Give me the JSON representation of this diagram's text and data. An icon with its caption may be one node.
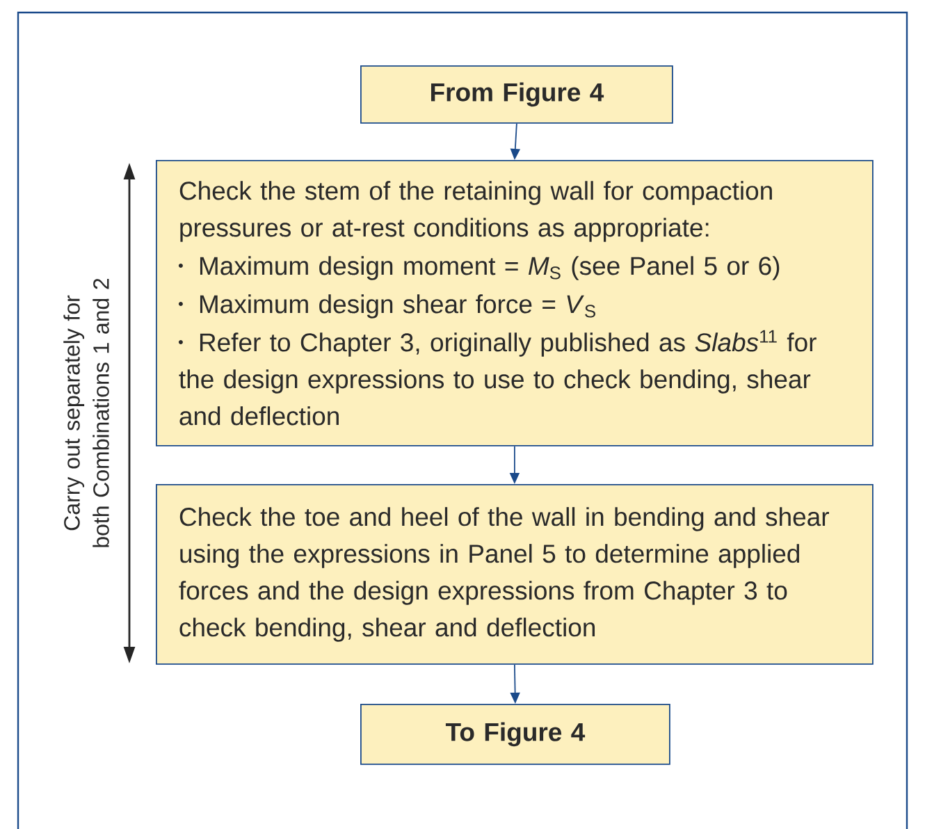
{
  "diagram": {
    "nodes": [
      {
        "text": [
          "From Figure 4"
        ]
      },
      {
        "text": [
          "Check the stem of the retaining wall for compaction pressures or at-rest conditions as appropriate:",
          "Maximum design moment = *M*$_{S}$ (see Panel 5 or 6)",
          "Maximum design shear force = *V*$_{S}$",
          "Refer to Chapter 3, originally published as *Slabs*$^{11}$ for the design expressions to use to check bending, shear and deflection"
        ]
      },
      {
        "text": [
          "Check the toe and heel of the wall in bending and shear using the expressions in Panel 5 to determine applied forces and the design expressions from Chapter 3 to check bending, shear and deflection"
        ]
      },
      {
        "text": [
          "To Figure 4"
        ]
      }
    ],
    "edges": [
      {
        "from": 0,
        "to": 1,
        "arrow": "to"
      },
      {
        "from": 1,
        "to": 2,
        "arrow": "to"
      },
      {
        "from": 2,
        "to": 3,
        "arrow": "to"
      }
    ],
    "labels": [
      "Carry out separately for both Combinations 1 and 2"
    ]
  }
}
